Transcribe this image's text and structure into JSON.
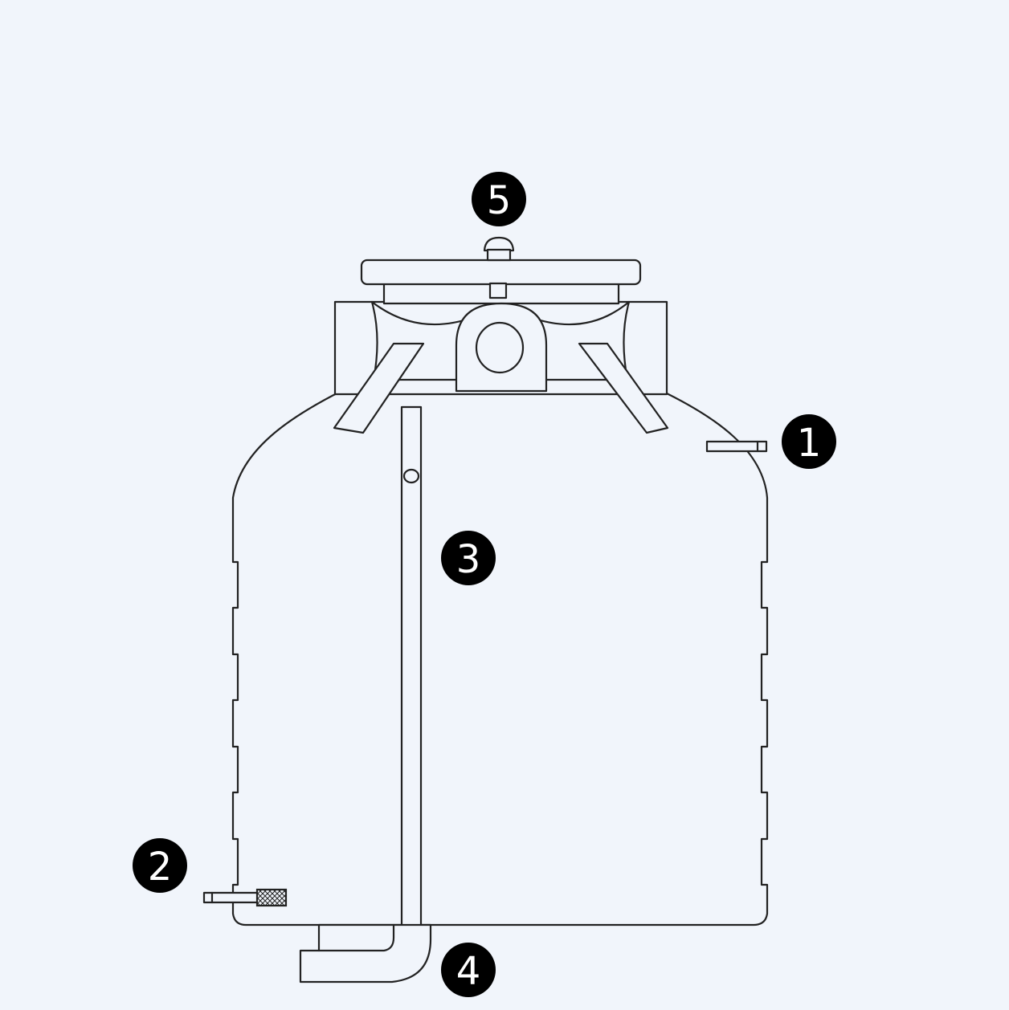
{
  "diagram": {
    "callouts": [
      {
        "id": "1",
        "label": "1"
      },
      {
        "id": "2",
        "label": "2"
      },
      {
        "id": "3",
        "label": "3"
      },
      {
        "id": "4",
        "label": "4"
      },
      {
        "id": "5",
        "label": "5"
      }
    ]
  },
  "colors": {
    "background": "#f1f5fb",
    "line": "#222222",
    "callout_fill": "#000000",
    "callout_text": "#ffffff"
  }
}
